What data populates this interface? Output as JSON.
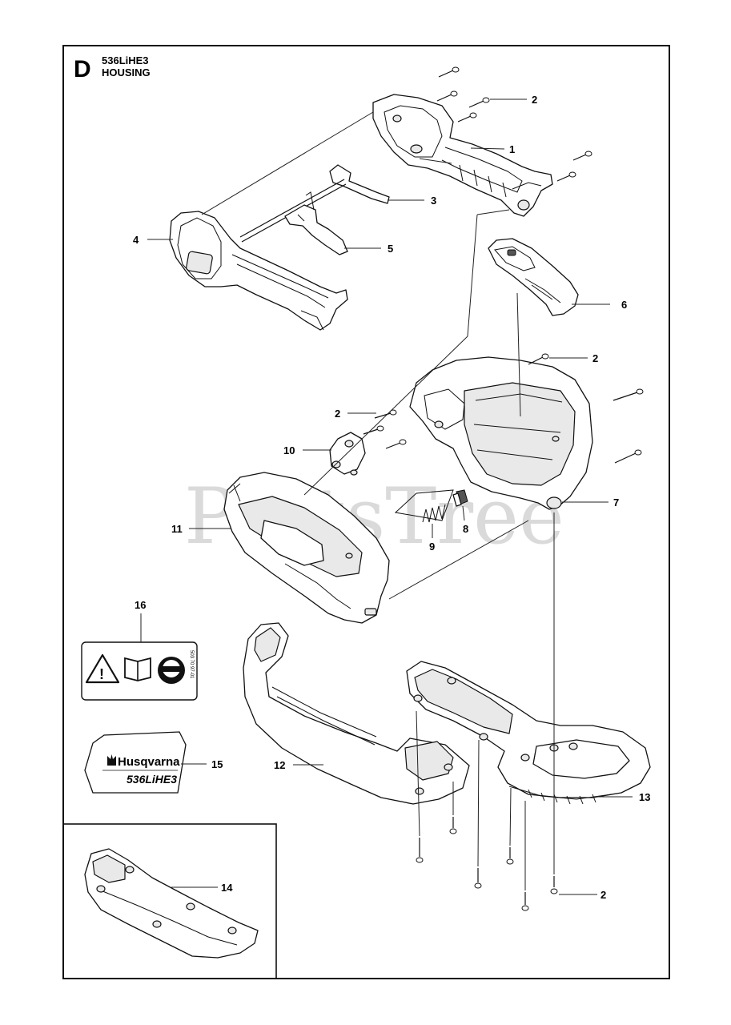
{
  "header": {
    "section_letter": "D",
    "model": "536LiHE3",
    "title": "HOUSING"
  },
  "watermark": "PartsTree",
  "callouts": [
    "1",
    "2",
    "3",
    "4",
    "5",
    "6",
    "7",
    "8",
    "9",
    "10",
    "11",
    "12",
    "13",
    "14",
    "15",
    "16"
  ],
  "decal_15": {
    "brand": "Husqvarna",
    "model": "536LiHE3"
  },
  "decal_16": {
    "part_code": "503 70 97-01",
    "icons": [
      "warning-triangle-icon",
      "read-manual-icon",
      "eye-ear-protection-icon"
    ]
  },
  "colors": {
    "ink": "#111111",
    "watermark": "#bdbdbd",
    "paper": "#ffffff"
  }
}
